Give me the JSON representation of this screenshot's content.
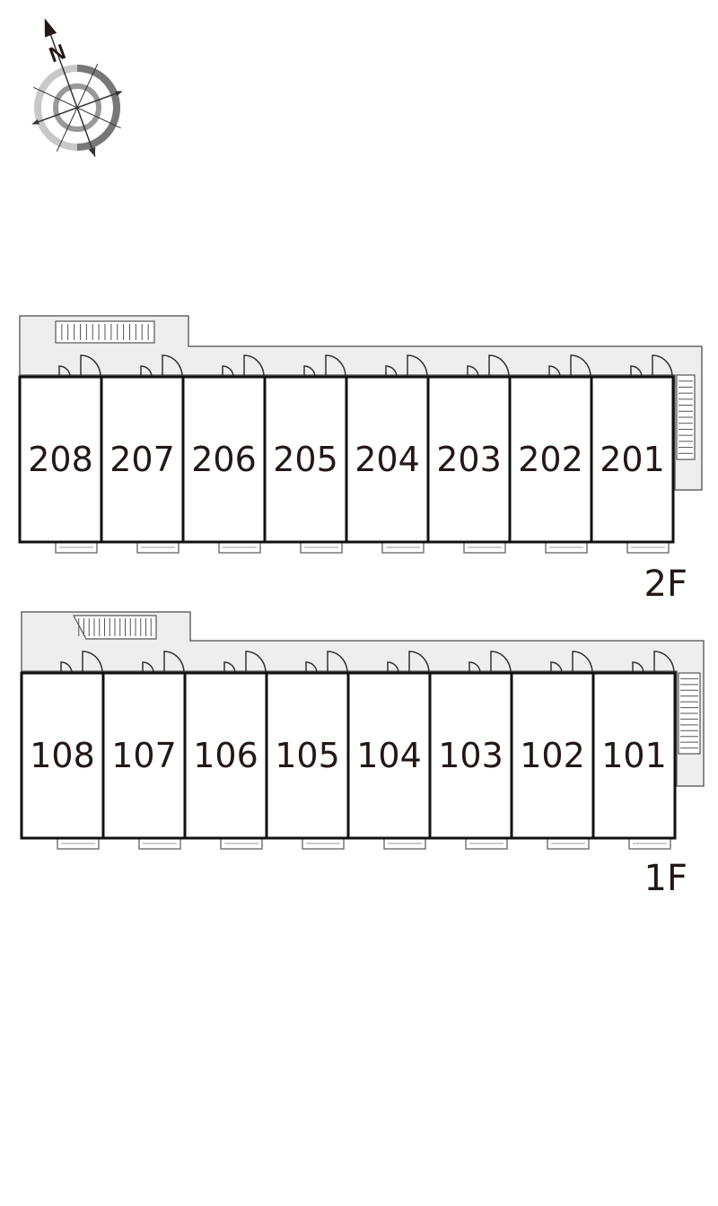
{
  "compass": {
    "label": "N",
    "rotation_deg": -20
  },
  "floors": [
    {
      "id": "2f",
      "label": "2F",
      "units": [
        "208",
        "207",
        "206",
        "205",
        "204",
        "203",
        "202",
        "201"
      ]
    },
    {
      "id": "1f",
      "label": "1F",
      "units": [
        "108",
        "107",
        "106",
        "105",
        "104",
        "103",
        "102",
        "101"
      ]
    }
  ],
  "colors": {
    "walkway": "#eeeeee",
    "wall": "#111111",
    "text": "#231815",
    "compass_dark": "#777777",
    "compass_light": "#c8c8c8"
  }
}
